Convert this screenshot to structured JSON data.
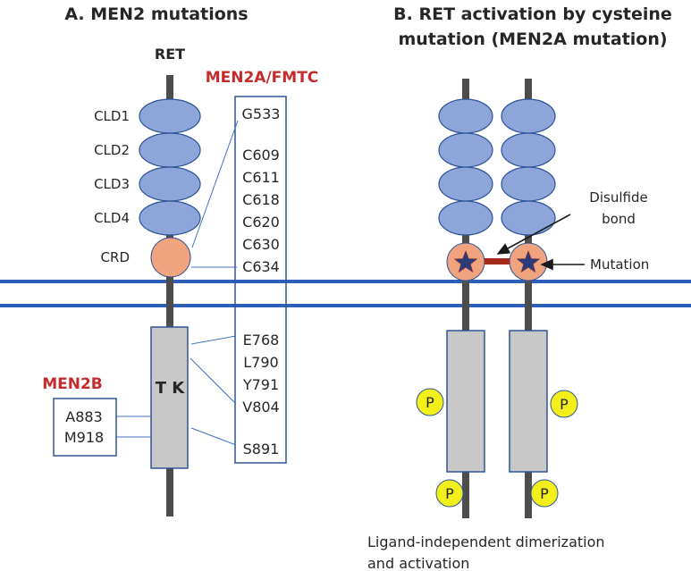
{
  "colors": {
    "domain": "#8EA5DA",
    "domain_stroke": "#2F5597",
    "crd": "#EFA37E",
    "tk": "#C8C8C8",
    "tk_stroke": "#2F5597",
    "membrane": "#2E5FB8",
    "stalk": "#4D4D4D",
    "red_label": "#C62B2B",
    "box_stroke": "#2F5597",
    "phospho": "#F2EF1B",
    "star": "#2A3B7A",
    "bond": "#A3281B"
  },
  "panel_a": {
    "title": "A. MEN2 mutations",
    "protein_label": "RET",
    "domains": [
      "CLD1",
      "CLD2",
      "CLD3",
      "CLD4",
      "CRD"
    ],
    "kinase_label": "T K",
    "men2a_label": "MEN2A/FMTC",
    "men2a_mutations": [
      "G533",
      "C609",
      "C611",
      "C618",
      "C620",
      "C630",
      "C634",
      "E768",
      "L790",
      "Y791",
      "V804",
      "S891"
    ],
    "men2b_label": "MEN2B",
    "men2b_mutations": [
      "A883",
      "M918"
    ]
  },
  "panel_b": {
    "title_line1": "B. RET activation by cysteine",
    "title_line2": "mutation (MEN2A mutation)",
    "disulfide_line1": "Disulfide",
    "disulfide_line2": "bond",
    "mutation_label": "Mutation",
    "phospho_label": "P",
    "caption_line1": "Ligand-independent dimerization",
    "caption_line2": "and activation"
  },
  "icons": [
    "star-icon",
    "arrow-icon"
  ]
}
